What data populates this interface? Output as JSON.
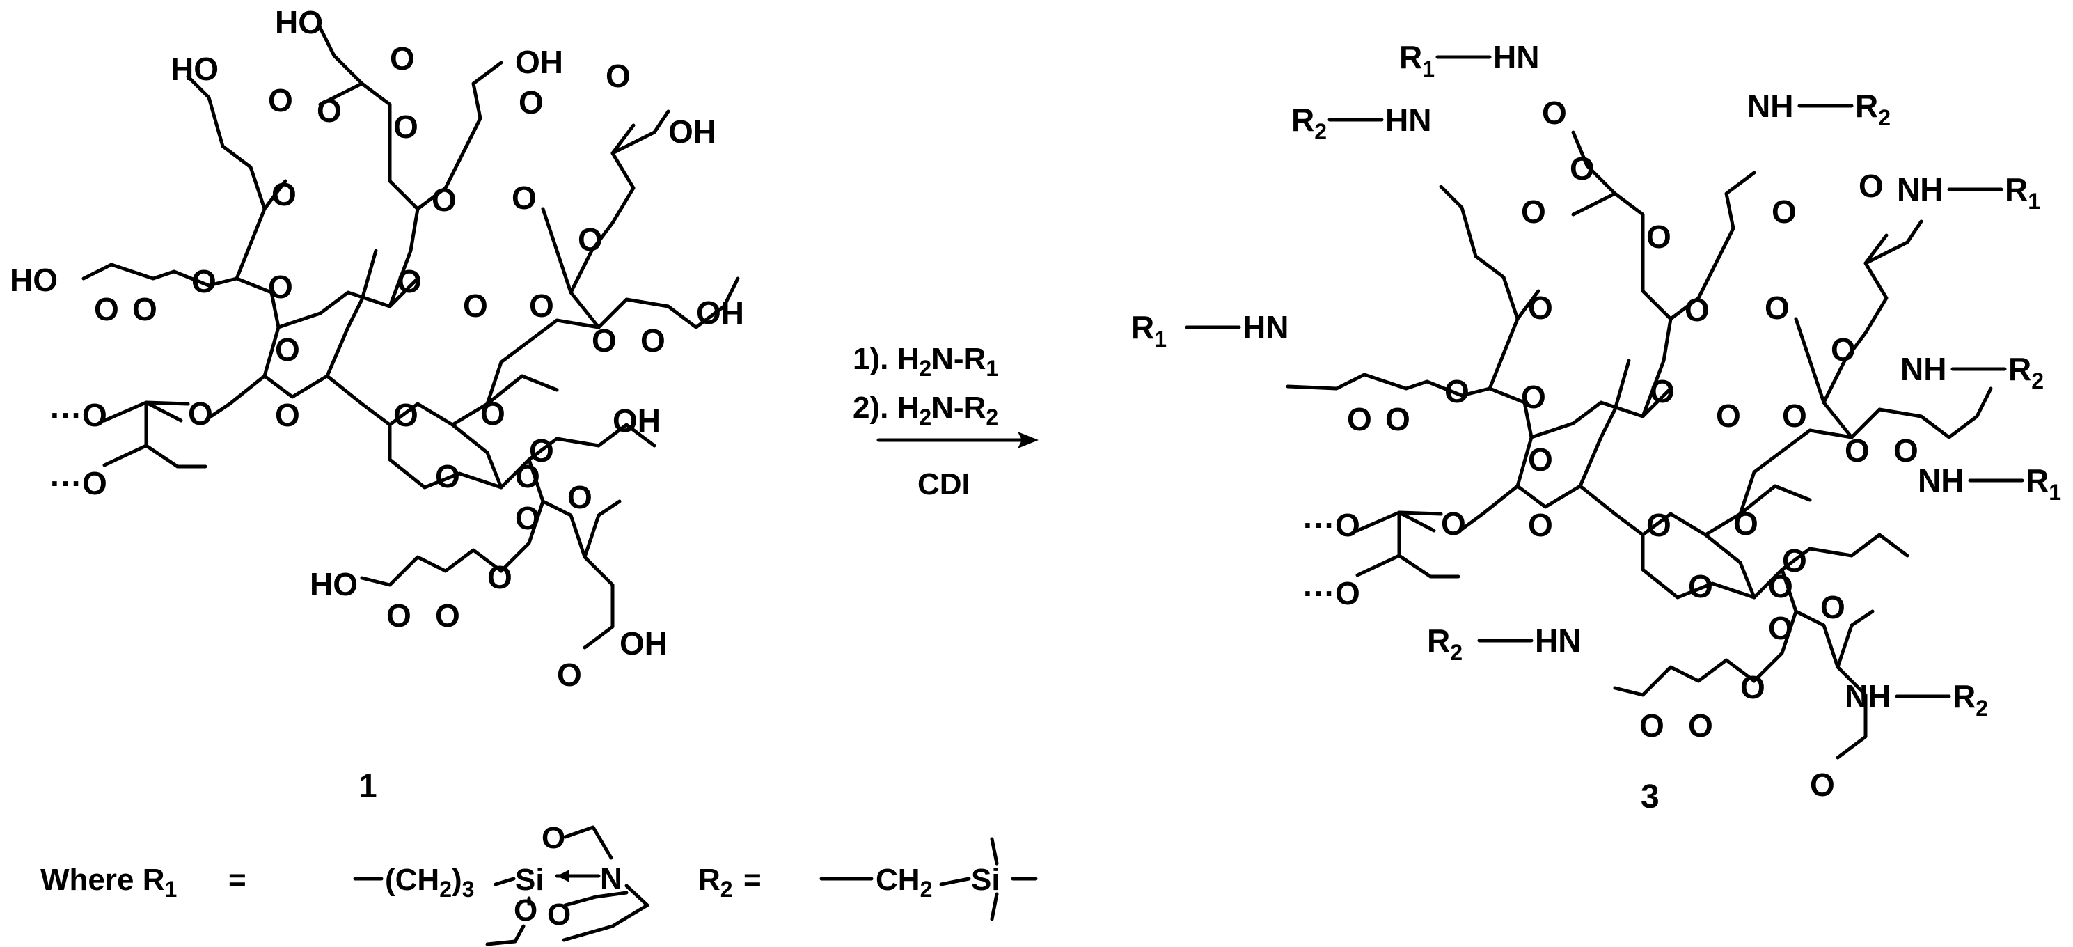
{
  "colors": {
    "ink": "#000000",
    "background": "#ffffff"
  },
  "compounds": {
    "reactant": {
      "number": "1",
      "groups": {
        "carboxylic_acid": "HO",
        "carboxylic_acid_right": "OH",
        "ester_oxygen": "O",
        "carbonyl_oxygen": "O",
        "chain_end": "···O"
      }
    },
    "product": {
      "number": "3",
      "groups": {
        "amide_left": "HN",
        "amide_right": "NH",
        "r1": "R",
        "r1_sub": "1",
        "r2": "R",
        "r2_sub": "2",
        "ester_oxygen": "O",
        "carbonyl_oxygen": "O",
        "chain_end": "···O"
      }
    }
  },
  "reaction": {
    "step1": {
      "prefix": "1).  H",
      "h_sub": "2",
      "mid": "N-R",
      "r_sub": "1"
    },
    "step2": {
      "prefix": "2).  H",
      "h_sub": "2",
      "mid": "N-R",
      "r_sub": "2"
    },
    "reagent": "CDI"
  },
  "definitions": {
    "where": "Where  R",
    "where_sub": "1",
    "equals": "=",
    "r1_chain": "(CH",
    "r1_chain_sub": "2",
    "r1_chain_close": ")",
    "r1_chain_count": "3",
    "si": "Si",
    "n": "N",
    "o": "O",
    "r2_label": "R",
    "r2_sub": "2",
    "r2_equals": "=",
    "ch2": "CH",
    "ch2_sub": "2"
  }
}
